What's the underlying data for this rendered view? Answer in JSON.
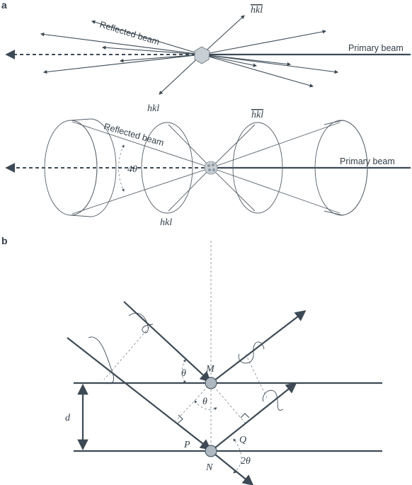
{
  "panel_a": {
    "letter": "a",
    "top": {
      "reflected_beam": "Reflected beam",
      "primary_beam": "Primary beam",
      "hkl_bar": "hkl",
      "hkl": "hkl"
    },
    "bottom": {
      "reflected_beam": "Reflected beam",
      "primary_beam": "Primary beam",
      "angle": "4θ",
      "hkl_bar": "hkl",
      "hkl": "hkl"
    }
  },
  "panel_b": {
    "letter": "b",
    "spacing": "d",
    "point_m": "M",
    "point_n": "N",
    "point_p": "P",
    "point_q": "Q",
    "theta_incident": "θ",
    "theta_inner": "θ",
    "two_theta": "2θ"
  },
  "colors": {
    "line": "#3d4a55",
    "atom_fill": "#aeb8c0",
    "text": "#333f48"
  }
}
